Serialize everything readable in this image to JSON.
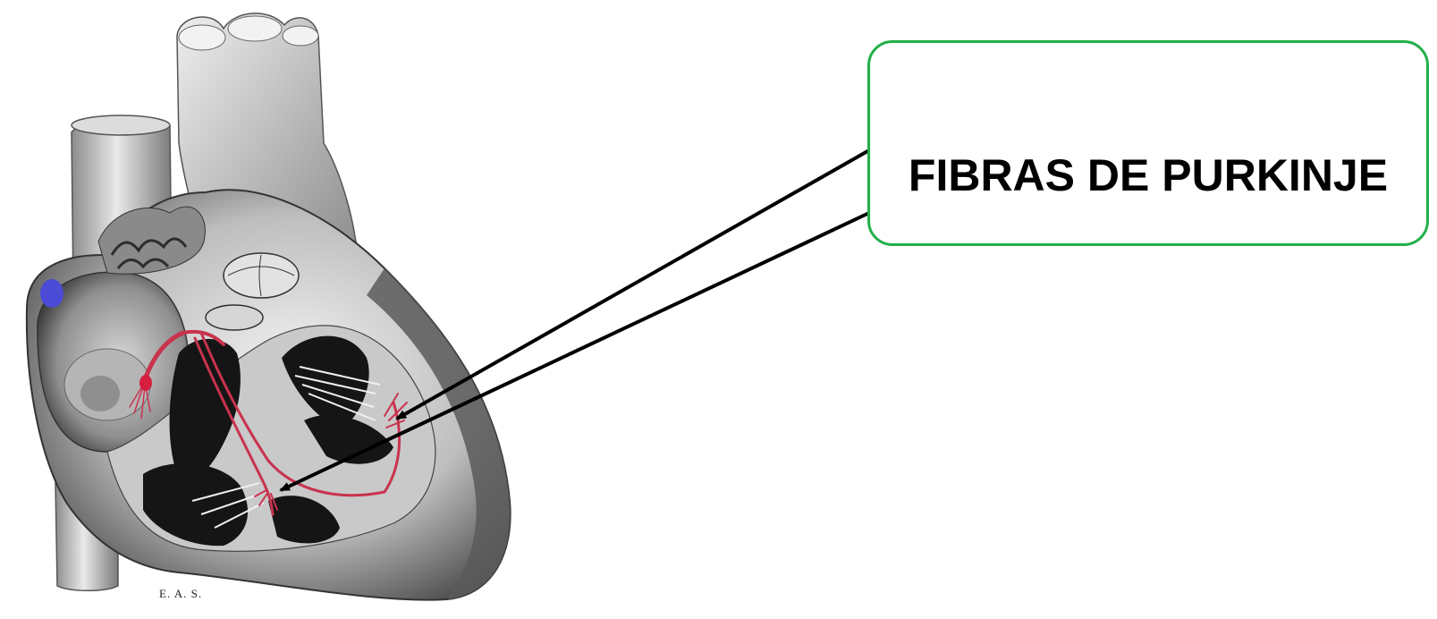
{
  "label": {
    "text": "FIBRAS DE PURKINJE",
    "border_color": "#22b04b"
  },
  "illustration": {
    "signature": "E. A. S.",
    "conduction_color": "#c8334e",
    "sa_node_color": "#4b4bd6"
  },
  "arrows": {
    "color": "#000000",
    "count": 2
  }
}
